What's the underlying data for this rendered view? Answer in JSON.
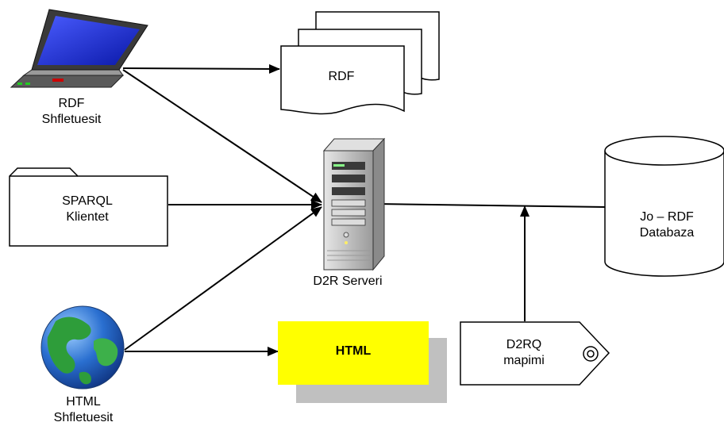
{
  "nodes": {
    "rdf_browser": {
      "line1": "RDF",
      "line2": "Shfletuesit",
      "icon": "laptop-icon"
    },
    "rdf_docs": {
      "label": "RDF",
      "icon": "document-stack-icon"
    },
    "sparql_client": {
      "line1": "SPARQL",
      "line2": "Klientet",
      "icon": "folder-icon"
    },
    "d2r_server": {
      "label": "D2R Serveri",
      "icon": "server-tower-icon"
    },
    "database": {
      "line1": "Jo – RDF",
      "line2": "Databaza",
      "icon": "database-cylinder-icon"
    },
    "html_browser": {
      "line1": "HTML",
      "line2": "Shfletuesit",
      "icon": "globe-icon"
    },
    "html_output": {
      "label": "HTML",
      "fill": "#ffff00",
      "shadow": "#c0c0c0"
    },
    "d2rq_mapping": {
      "line1": "D2RQ",
      "line2": "mapimi",
      "icon": "tag-icon"
    }
  },
  "colors": {
    "line": "#000000",
    "screen": "#1e2fd6",
    "server_body": "#c8c8c8",
    "globe_ocean": "#2a6fd0",
    "globe_land": "#2e9d3a"
  }
}
